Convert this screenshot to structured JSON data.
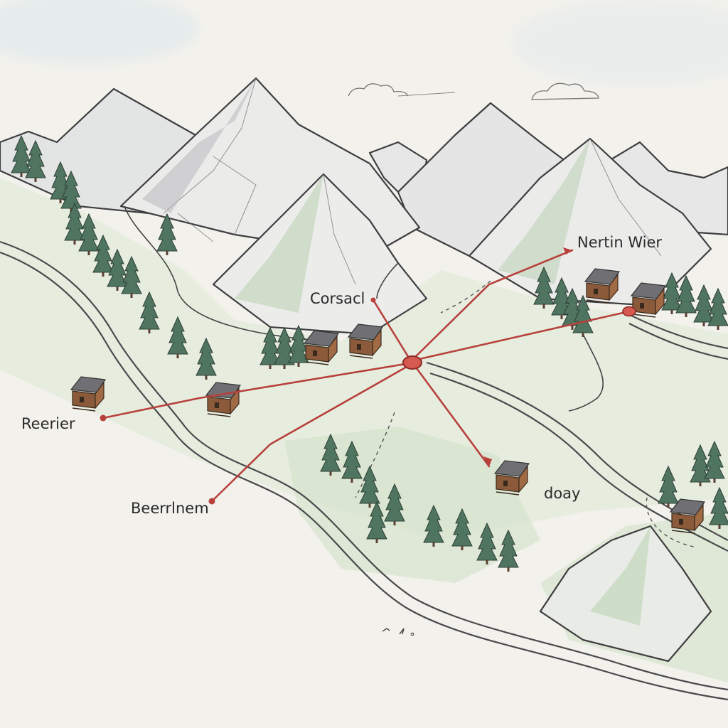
{
  "map": {
    "labels": {
      "corsacl": "Corsacl",
      "nertin_wier": "Nertin Wier",
      "reerier": "Reerier",
      "beerrlnem": "Beerrlnem",
      "doay": "doay"
    },
    "colors": {
      "paper": "#f2f1ec",
      "route": "#b8403b",
      "forest": "#4f7560",
      "meadow": "#cfe0c6",
      "mountain_shade": "#b9b9be",
      "cabin": "#8a5a3a"
    },
    "icons": [
      "mountain-icon",
      "cabin-icon",
      "pine-tree-icon",
      "cloud-icon",
      "route-hub-marker"
    ]
  }
}
